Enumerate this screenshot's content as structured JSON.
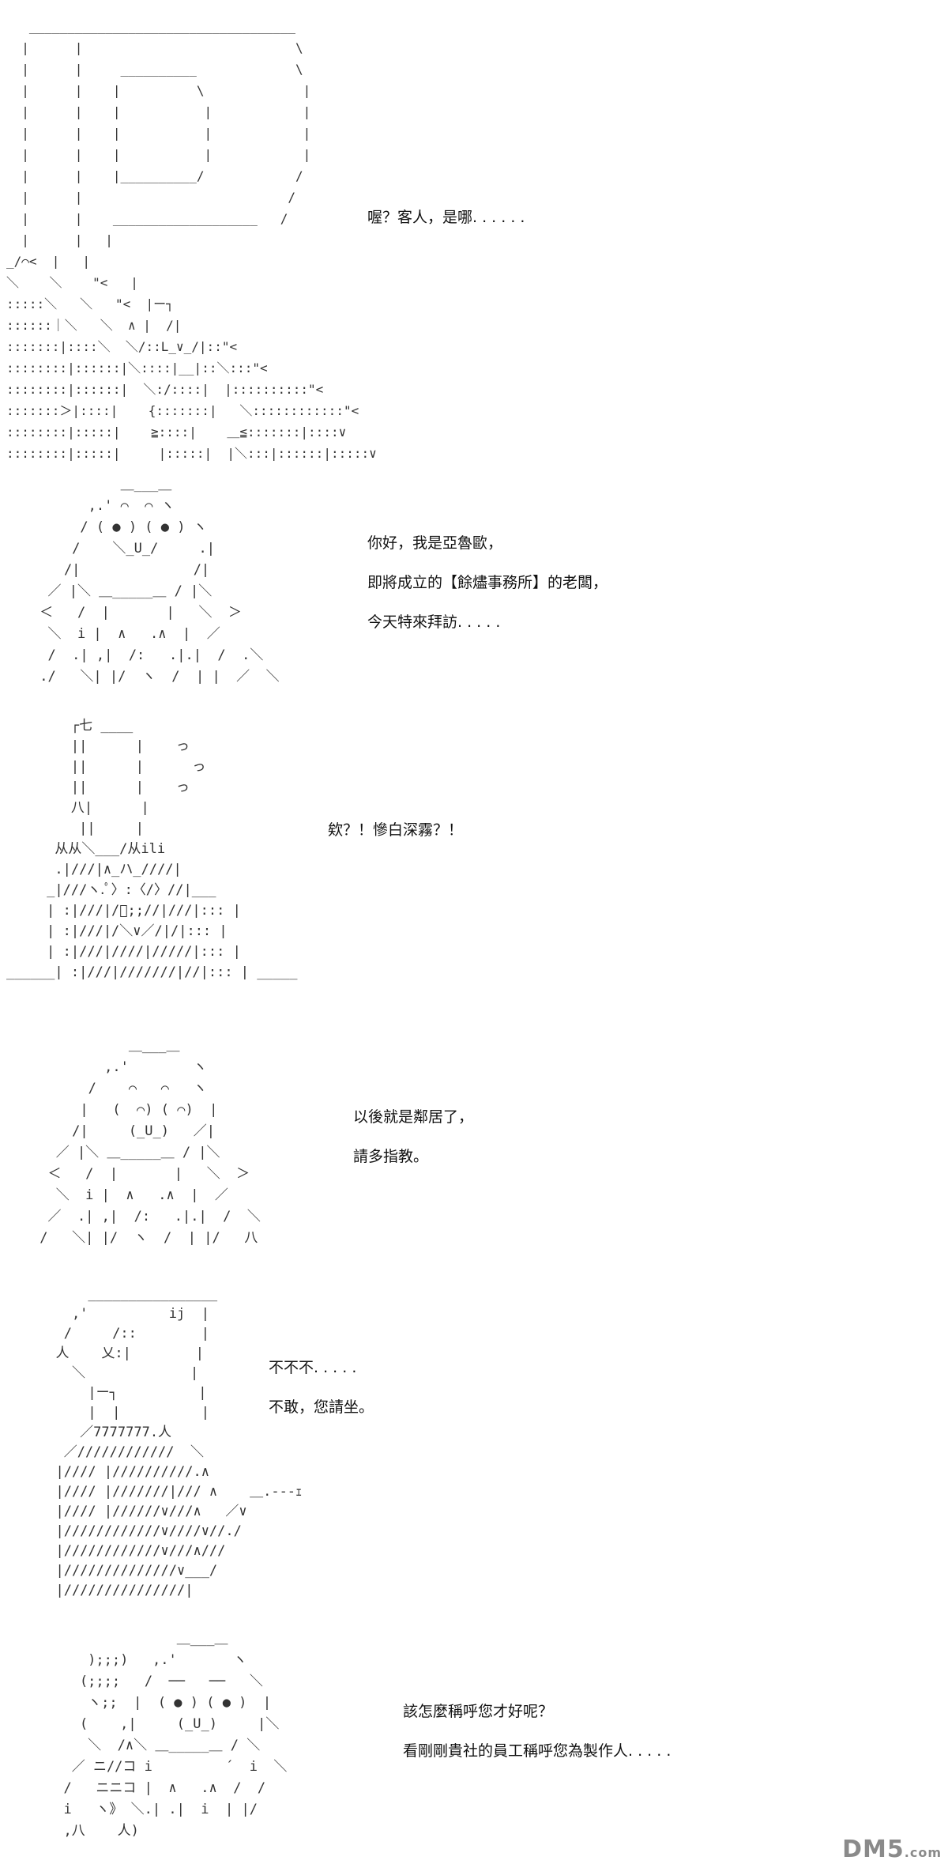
{
  "panels": [
    {
      "lines": [
        "喔？客人，是哪. . . . . ."
      ]
    },
    {
      "lines": [
        "你好，我是亞魯歐，",
        "即將成立的【餘燼事務所】的老闆，",
        "今天特來拜訪. . . . ."
      ]
    },
    {
      "lines": [
        "欸？！慘白深霧？！"
      ]
    },
    {
      "lines": [
        "以後就是鄰居了，",
        "請多指教。"
      ]
    },
    {
      "lines": [
        "不不不. . . . .",
        "不敢，您請坐。"
      ]
    },
    {
      "lines": [
        "該怎麼稱呼您才好呢？",
        "看剛剛貴社的員工稱呼您為製作人. . . . ."
      ]
    }
  ],
  "art": {
    "p1": "   ___________________________________\n  |      |                            \\\n  |      |     __________             \\\n  |      |    |          \\             |\n  |      |    |           |            |\n  |      |    |           |            |\n  |      |    |           |            |\n  |      |    |__________/            /\n  |      |                           /\n  |      |    ___________________   /\n  |      |   |                          \n_/⌒<  |   |                         \n＼    ＼    \"<   |                        \n:::::＼   ＼   \"<  |ー┐                   \n::::::｜＼   ＼  ∧ |  /|                 \n:::::::|::::＼  ＼/::L_∨_/|::\"<             \n::::::::|::::::|＼::::|__|::＼:::\"<          \n::::::::|::::::|  ＼:/::::|  |::::::::::\"<     \n:::::::＞|::::|    {:::::::|   ＼::::::::::::\"<  \n::::::::|:::::|    ≧::::|    ＿≦:::::::|::::∨\n::::::::|:::::|     |:::::|  |＼:::|::::::|:::::∨",
    "p2": "           ＿___＿\n       ,.' ⌒  ⌒ ヽ\n      / ( ● ) ( ● ) ヽ\n     /    ＼_U_/     .|\n    /|              /|\n  ／ |＼ ＿_____＿ / |＼\n ＜   /  |       |   ＼  ＞\n  ＼  i |  ∧   .∧  |  ／\n  /  .| ,|  /:   .|.|  /  .＼\n ./   ＼| |/  ヽ  /  | |  ／  ＼",
    "p3": "        ┌七 ____\n        ||      |    っ\n        ||      |      っ\n        ||      |    っ\n        八|      |\n         ||     |\n      从从＼___/从ili\n      .|///|∧_ハ_////|\n     _|///ヽ.ﾟ〉:〈/〉//|___\n     | :|///|/ﾟ;;//|///|::: |\n     | :|///|/＼∨／/|/|::: |\n     | :|///|////|/////|::: |\n______| :|///|///////|//|::: | _____",
    "p4": "            ＿___＿\n         ,.'        ヽ\n       /    ⌒   ⌒   ヽ\n      |   (  ⌒) ( ⌒)  |\n     /|     (_U_)   ／|\n   ／ |＼ ＿_____＿ / |＼\n  ＜   /  |       |   ＼  ＞\n   ＼  i |  ∧   .∧  |  ／\n  ／  .| ,|  /:   .|.|  /  ＼\n /   ＼| |/  ヽ  /  | |/   八",
    "p5": "      ________________\n    ,'          ij  |\n   /     /::        |\n  人    乂:|        |\n    ＼             |\n      |ー┐          |\n      |  |          |\n     ／7777777.人\n   ／////////////  ＼\n  |//// |//////////.∧\n  |//// |///////|/// ∧    ＿.---ｪ\n  |//// |//////∨///∧   ／∨\n  |////////////∨////∨//./\n  |////////////∨///∧///\n  |//////////////∨___/\n  |///////////////|",
    "p6": "                ＿___＿\n     );;;)   ,.'       ヽ\n    (;;;;   /  ──   ──   ＼\n     ヽ;;  |  ( ● ) ( ● )  |\n    (    ,|     (_U_)     |＼\n     ＼  /∧＼ ＿_____＿ / ＼\n   ／ ニ//コ i         ´  i  ＼\n  /   ニニコ |  ∧   .∧  /  /\n  i   ヽ》 ＼.| .|  i  | |/\n  ,八    人)"
  },
  "watermark": {
    "brand": "DM5",
    "suffix": ".com"
  }
}
